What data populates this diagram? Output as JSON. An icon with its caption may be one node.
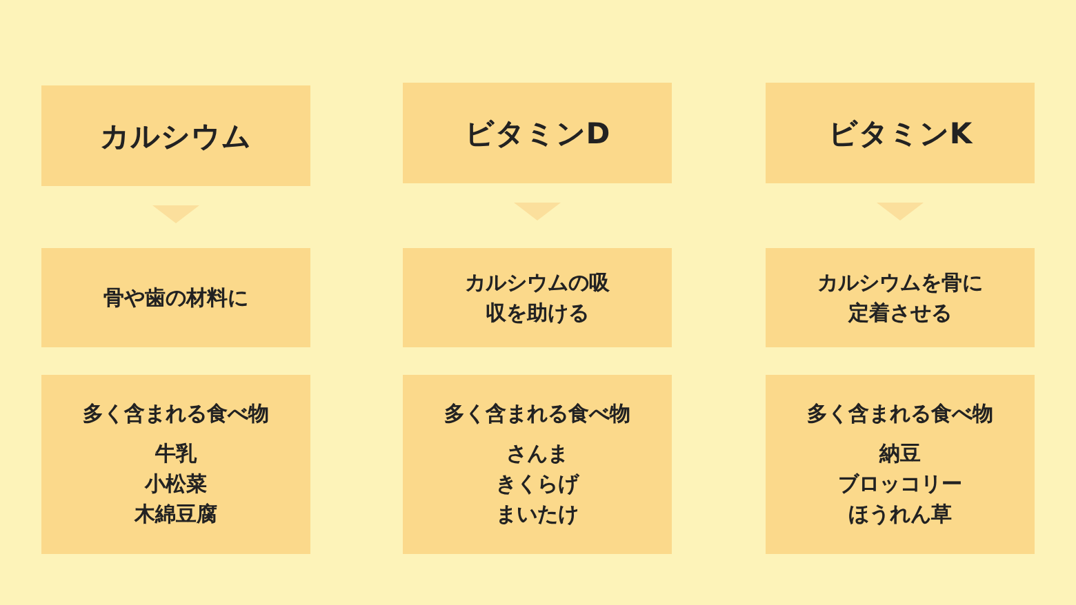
{
  "diagram": {
    "nodes": [
      {
        "text": [
          "カルシウム"
        ]
      },
      {
        "text": [
          "骨や歯の材料に"
        ]
      },
      {
        "text": [
          "多く含まれる食べ物",
          "牛乳",
          "小松菜",
          "木綿豆腐"
        ]
      },
      {
        "text": [
          "ビタミンD"
        ]
      },
      {
        "text": [
          "カルシウムの吸収を助ける"
        ]
      },
      {
        "text": [
          "多く含まれる食べ物",
          "さんま",
          "きくらげ",
          "まいたけ"
        ]
      },
      {
        "text": [
          "ビタミンK"
        ]
      },
      {
        "text": [
          "カルシウムを骨に定着させる"
        ]
      },
      {
        "text": [
          "多く含まれる食べ物",
          "納豆",
          "ブロッコリー",
          "ほうれん草"
        ]
      }
    ],
    "edges": [
      {
        "from": 0,
        "to": 1,
        "arrow": "to"
      },
      {
        "from": 3,
        "to": 4,
        "arrow": "to"
      },
      {
        "from": 6,
        "to": 7,
        "arrow": "to"
      }
    ]
  }
}
